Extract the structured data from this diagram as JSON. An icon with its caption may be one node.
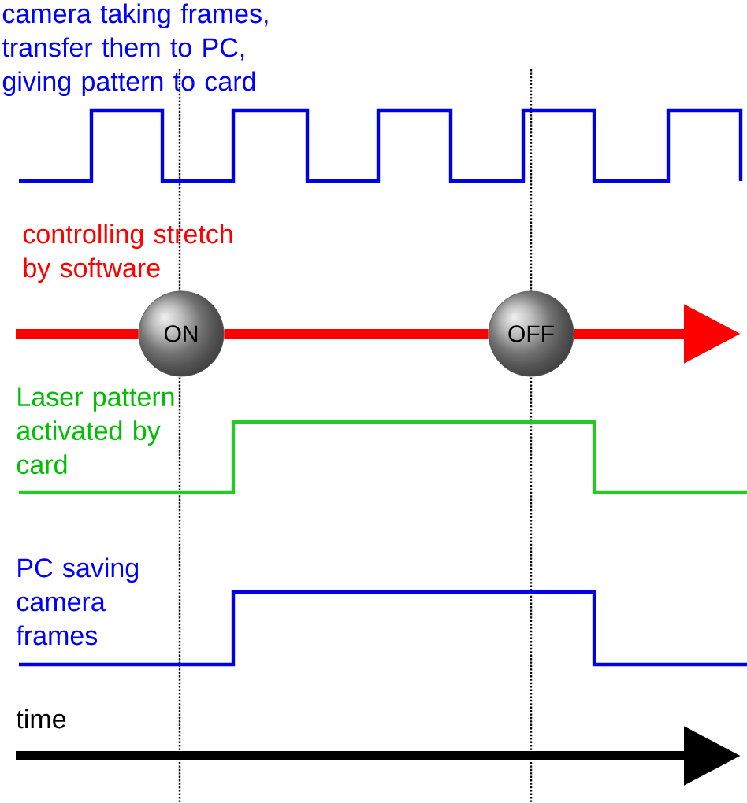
{
  "diagram": {
    "nodes": [
      {
        "text": [
          "ON"
        ]
      },
      {
        "text": [
          "OFF"
        ]
      }
    ],
    "edges": [
      {
        "from": null,
        "to": 0,
        "arrow": "none"
      },
      {
        "from": 0,
        "to": 1,
        "arrow": "none"
      },
      {
        "from": 1,
        "to": null,
        "arrow": "to"
      }
    ],
    "labels": [
      "camera taking frames, transfer them to PC, giving pattern to card",
      "controlling stretch by software",
      "Laser pattern activated by card",
      "PC saving camera frames",
      "time"
    ]
  }
}
